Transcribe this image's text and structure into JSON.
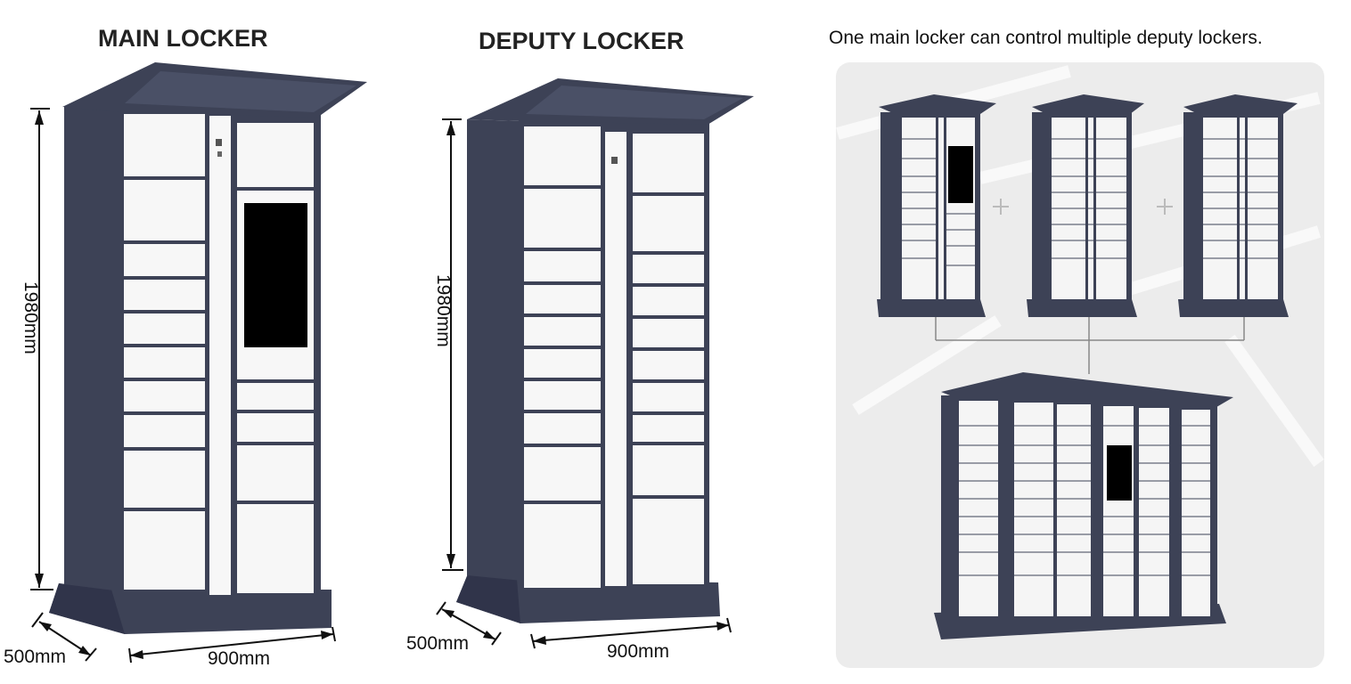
{
  "titles": {
    "main": "MAIN LOCKER",
    "deputy": "DEPUTY LOCKER"
  },
  "caption": "One main locker can control multiple deputy lockers.",
  "dimensions": {
    "main_height": "1980mm",
    "main_depth": "500mm",
    "main_width": "900mm",
    "deputy_height": "1980mm",
    "deputy_depth": "500mm",
    "deputy_width": "900mm"
  },
  "colors": {
    "frame": "#3d4256",
    "door": "#f7f7f7",
    "screen": "#000000"
  }
}
